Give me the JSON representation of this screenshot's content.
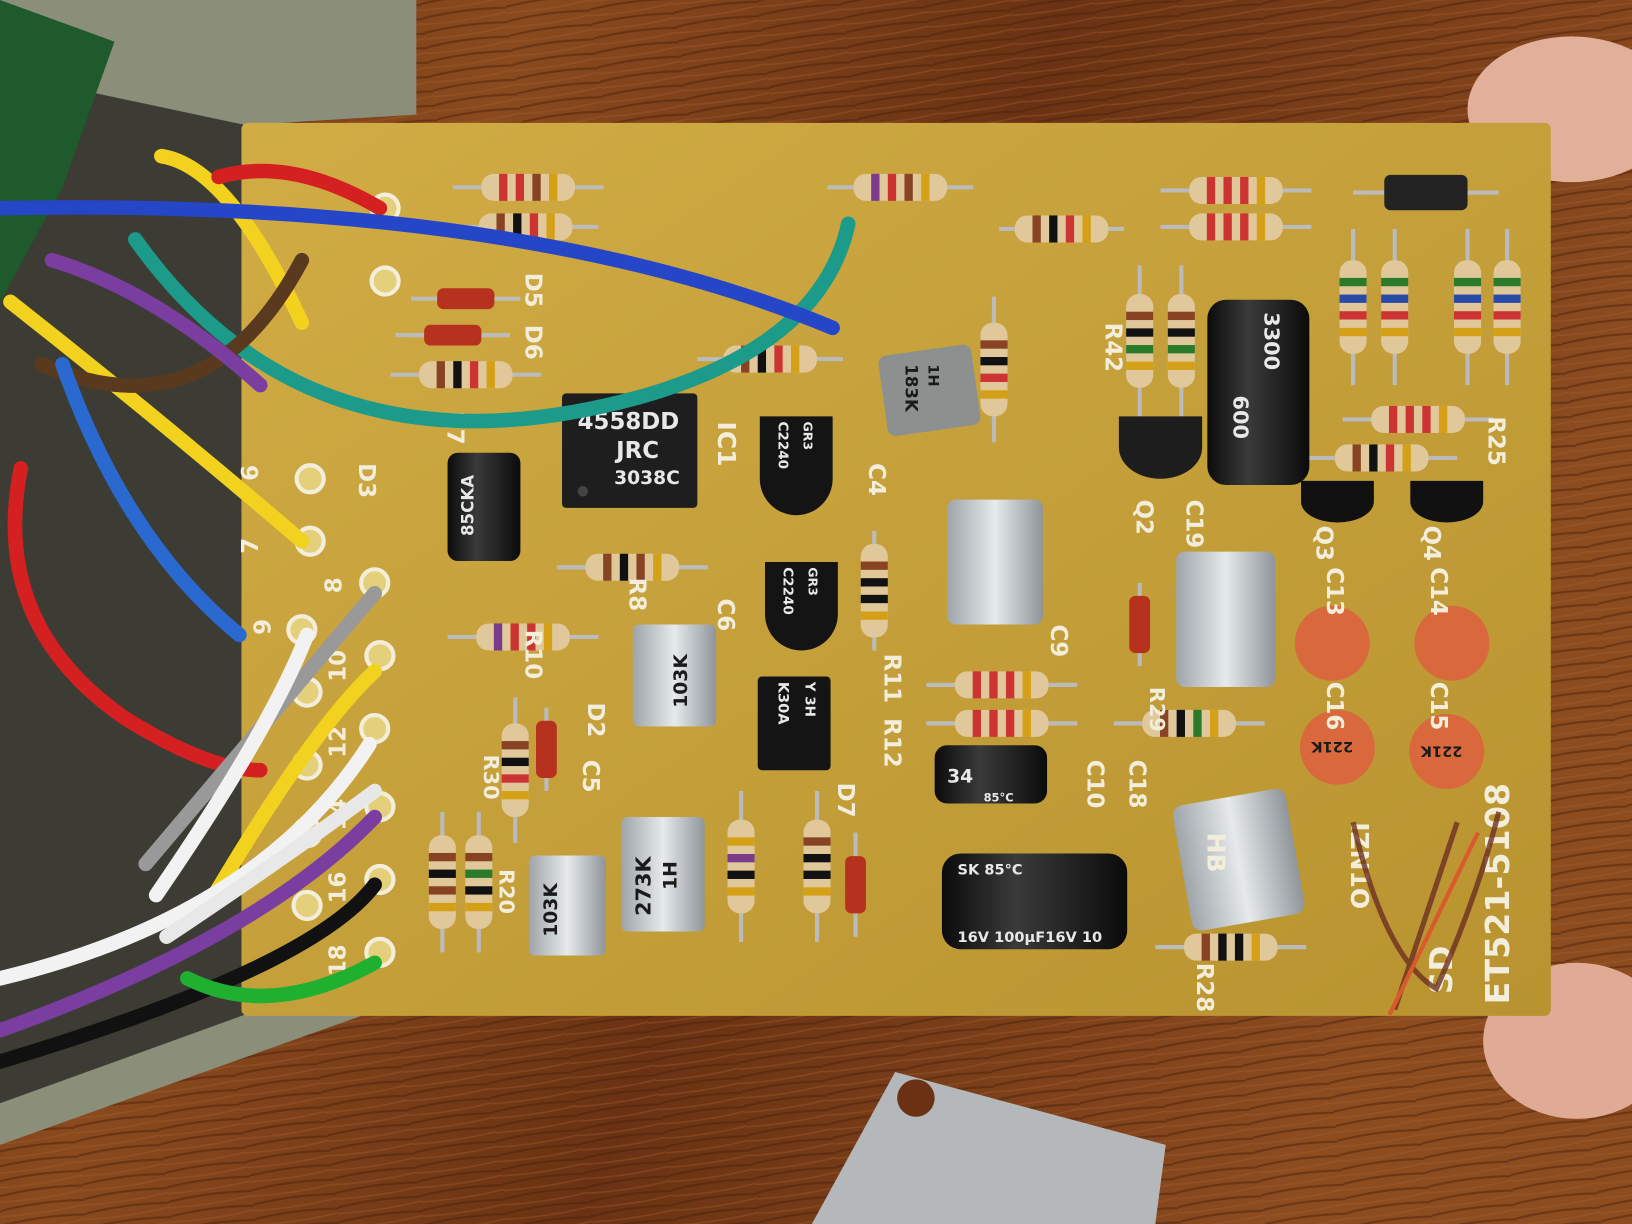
{
  "board": {
    "part_number": "ET521-5108",
    "sd_label": "SD",
    "izn_label": "IZN1O",
    "hb_label": "HB",
    "colors": {
      "pcb": "#c9a43c",
      "silkscreen": "#f3eedb",
      "wood": "#7a3c17"
    }
  },
  "pin_numbers": [
    "6",
    "7",
    "8",
    "9",
    "10",
    "12",
    "14",
    "16",
    "18"
  ],
  "refs": {
    "ic1": "IC1",
    "d3": "D3",
    "d5": "D5",
    "d6": "D6",
    "d2": "D2",
    "d7": "D7",
    "r7": "R7",
    "r8": "R8",
    "r10": "R10",
    "r11": "R11",
    "r12": "R12",
    "r20": "R20",
    "r25": "R25",
    "r28": "R28",
    "r29": "R29",
    "r30": "R30",
    "r42": "R42",
    "c4": "C4",
    "c5": "C5",
    "c6": "C6",
    "c9": "C9",
    "c10": "C10",
    "c13": "C13",
    "c14": "C14",
    "c15": "C15",
    "c16": "C16",
    "c18": "C18",
    "c19": "C19",
    "q2": "Q2",
    "q3": "Q3",
    "q4": "Q4"
  },
  "component_markings": {
    "ic1_line1": "4558DD",
    "ic1_line2": "JRC",
    "ic1_line3": "3038C",
    "film_cap_a": "103K",
    "film_cap_b": "103K",
    "film_cap_c_line1": "273K",
    "film_cap_c_line2": "1H",
    "film_cap_d_line1": "183K",
    "film_cap_d_line2": "1H",
    "transistor_a_line1": "C2240",
    "transistor_a_line2": "GR3",
    "transistor_b_line1": "C2240",
    "transistor_b_line2": "GR3",
    "transistor_c_line1": "K30A",
    "transistor_c_line2": "Y 3H",
    "elec_cap_small": "85CKA",
    "elec_cap_c10": "34",
    "elec_cap_c10_temp": "85°C",
    "elec_cap_big_line1": "SK 85°C",
    "elec_cap_big_line2": "16V 100µF16V 10",
    "elec_cap_tall_line1": "3300",
    "elec_cap_tall_line2": "600",
    "ceramic_cap": "221K"
  },
  "icons": [
    "resistor",
    "diode",
    "transistor",
    "electrolytic-capacitor",
    "ceramic-capacitor",
    "film-capacitor",
    "ic-chip",
    "wire"
  ]
}
